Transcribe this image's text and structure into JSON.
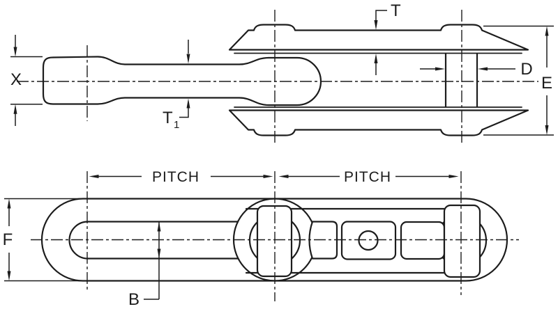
{
  "drawing": {
    "labels": {
      "t": "T",
      "t1_base": "T",
      "t1_sub": "1",
      "x": "X",
      "d": "D",
      "e": "E",
      "f": "F",
      "b": "B",
      "pitch_left": "PITCH",
      "pitch_right": "PITCH"
    },
    "colors": {
      "ink": "#1c1c1c",
      "background": "#ffffff"
    }
  }
}
